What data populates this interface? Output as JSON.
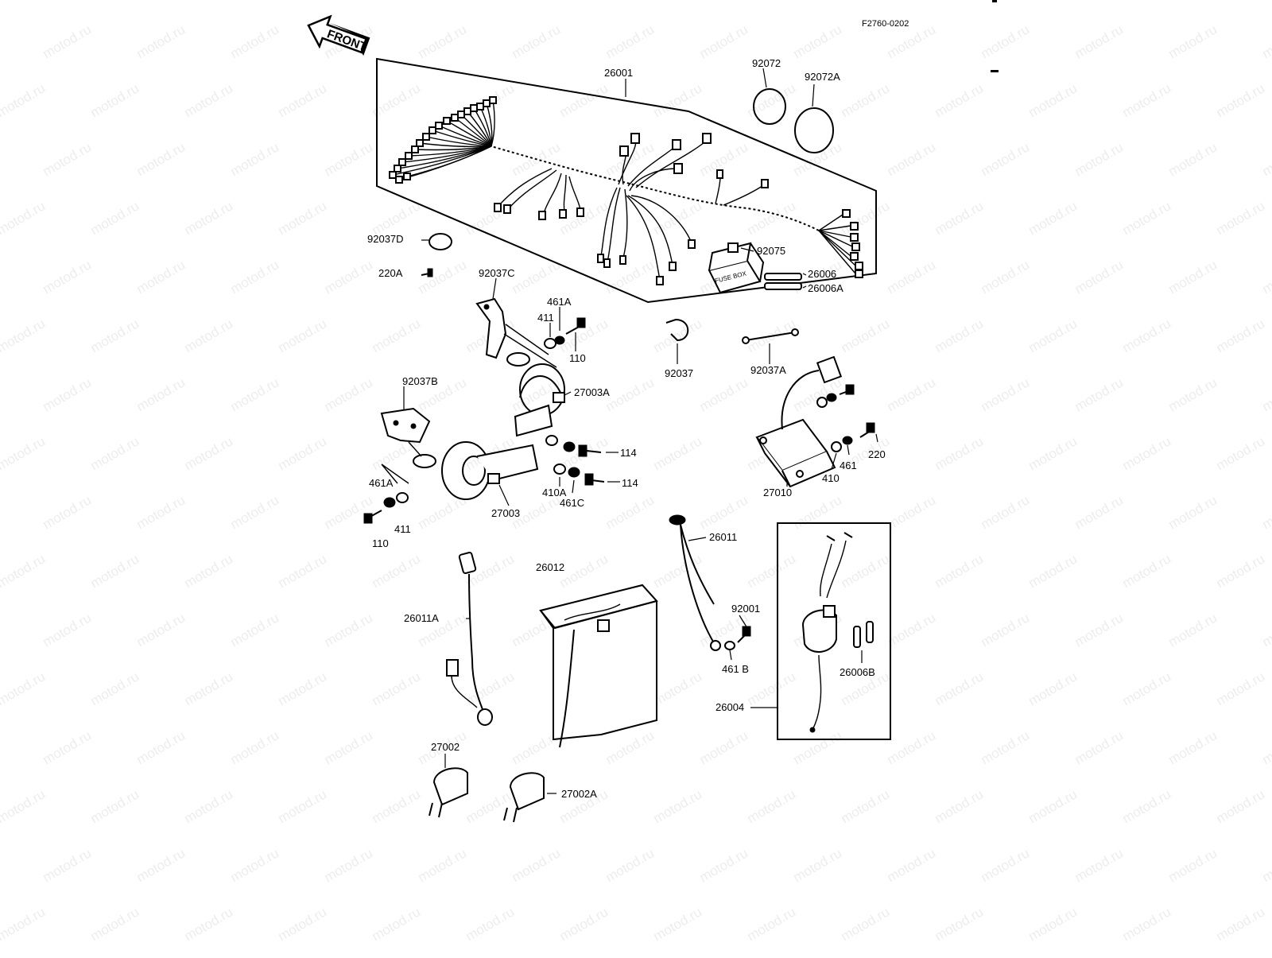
{
  "diagram": {
    "code": "F2760-0202",
    "front_label": "FRONT",
    "watermark": "motod.ru",
    "labels": [
      {
        "id": "26001",
        "text": "26001"
      },
      {
        "id": "92072",
        "text": "92072"
      },
      {
        "id": "92072A",
        "text": "92072A"
      },
      {
        "id": "92037D",
        "text": "92037D"
      },
      {
        "id": "220A",
        "text": "220A"
      },
      {
        "id": "92075",
        "text": "92075"
      },
      {
        "id": "26006",
        "text": "26006"
      },
      {
        "id": "26006A",
        "text": "26006A"
      },
      {
        "id": "92037C",
        "text": "92037C"
      },
      {
        "id": "461A_top",
        "text": "461A"
      },
      {
        "id": "411_top",
        "text": "411"
      },
      {
        "id": "110_top",
        "text": "110"
      },
      {
        "id": "92037",
        "text": "92037"
      },
      {
        "id": "92037A",
        "text": "92037A"
      },
      {
        "id": "92037B",
        "text": "92037B"
      },
      {
        "id": "27003A",
        "text": "27003A"
      },
      {
        "id": "114_a",
        "text": "114"
      },
      {
        "id": "114_b",
        "text": "114"
      },
      {
        "id": "410A",
        "text": "410A"
      },
      {
        "id": "461C",
        "text": "461C"
      },
      {
        "id": "27003",
        "text": "27003"
      },
      {
        "id": "461A_low",
        "text": "461A"
      },
      {
        "id": "411_low",
        "text": "411"
      },
      {
        "id": "110_low",
        "text": "110"
      },
      {
        "id": "220",
        "text": "220"
      },
      {
        "id": "461",
        "text": "461"
      },
      {
        "id": "410",
        "text": "410"
      },
      {
        "id": "27010",
        "text": "27010"
      },
      {
        "id": "26011",
        "text": "26011"
      },
      {
        "id": "26012",
        "text": "26012"
      },
      {
        "id": "26011A",
        "text": "26011A"
      },
      {
        "id": "92001",
        "text": "92001"
      },
      {
        "id": "461B",
        "text": "461 B"
      },
      {
        "id": "26006B",
        "text": "26006B"
      },
      {
        "id": "26004",
        "text": "26004"
      },
      {
        "id": "27002",
        "text": "27002"
      },
      {
        "id": "27002A",
        "text": "27002A"
      }
    ],
    "fuse_box_text": "FUSE BOX"
  }
}
